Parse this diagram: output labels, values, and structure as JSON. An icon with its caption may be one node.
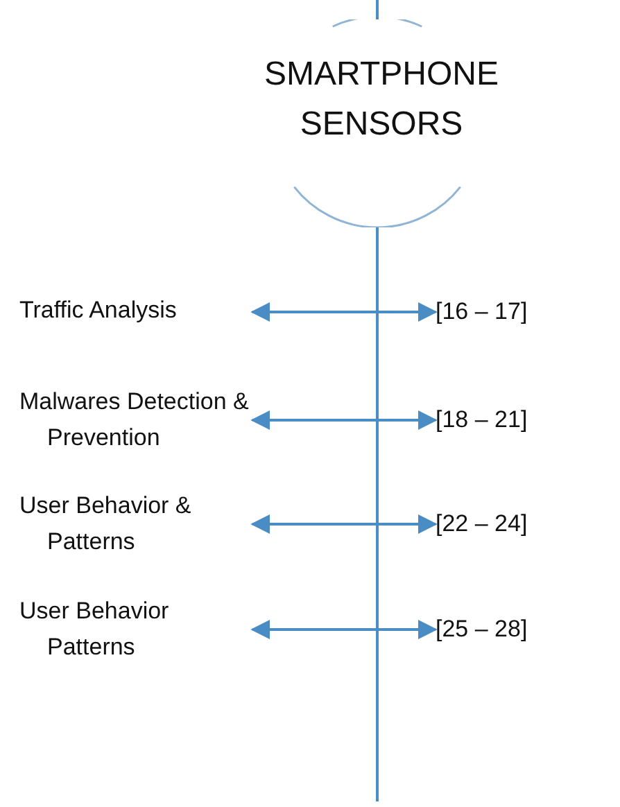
{
  "diagram": {
    "nodes": [
      {
        "text": [
          "SMARTPHONE SENSORS"
        ]
      },
      {
        "text": [
          "Traffic Analysis"
        ]
      },
      {
        "text": [
          "[16 – 17]"
        ]
      },
      {
        "text": [
          "Malwares Detection & Prevention"
        ]
      },
      {
        "text": [
          "[18 – 21]"
        ]
      },
      {
        "text": [
          "User Behavior & Patterns"
        ]
      },
      {
        "text": [
          "[22 – 24]"
        ]
      },
      {
        "text": [
          "User Behavior Patterns"
        ]
      },
      {
        "text": [
          "[25 – 28]"
        ]
      }
    ],
    "edges": [
      {
        "from": null,
        "to": 0,
        "arrow": "none"
      },
      {
        "from": 0,
        "to": null,
        "arrow": "none"
      },
      {
        "from": 1,
        "to": 2,
        "arrow": "both"
      },
      {
        "from": 3,
        "to": 4,
        "arrow": "both"
      },
      {
        "from": 5,
        "to": 6,
        "arrow": "both"
      },
      {
        "from": 7,
        "to": 8,
        "arrow": "both"
      }
    ]
  }
}
